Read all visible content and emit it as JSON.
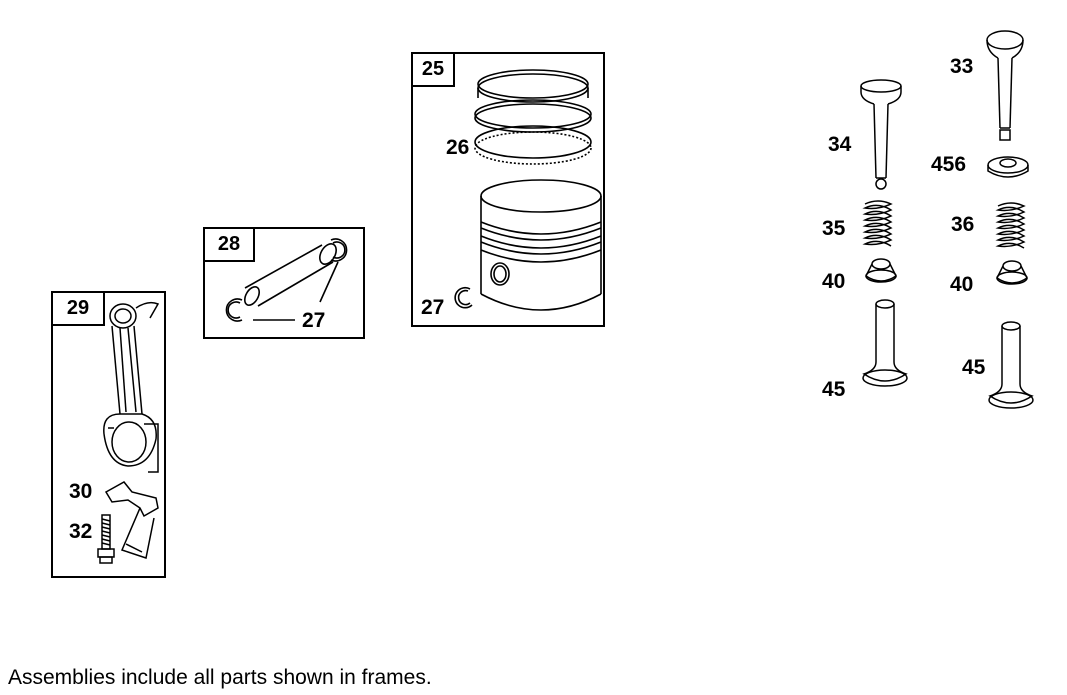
{
  "frames": {
    "f25": "25",
    "f28": "28",
    "f29": "29"
  },
  "callouts": {
    "c26": "26",
    "c27a": "27",
    "c27b": "27",
    "c30": "30",
    "c32": "32",
    "c33": "33",
    "c34": "34",
    "c456": "456",
    "c35": "35",
    "c36": "36",
    "c40a": "40",
    "c40b": "40",
    "c45a": "45",
    "c45b": "45"
  },
  "footnote": "Assemblies include all parts shown in frames.",
  "icons": [
    "connecting-rod-icon",
    "piston-pin-icon",
    "retaining-clip-icon",
    "piston-ring-icon",
    "piston-icon",
    "valve-icon",
    "valve-spring-icon",
    "spring-retainer-icon",
    "valve-tappet-icon",
    "rotator-icon",
    "rod-bolt-icon",
    "dipper-icon"
  ]
}
